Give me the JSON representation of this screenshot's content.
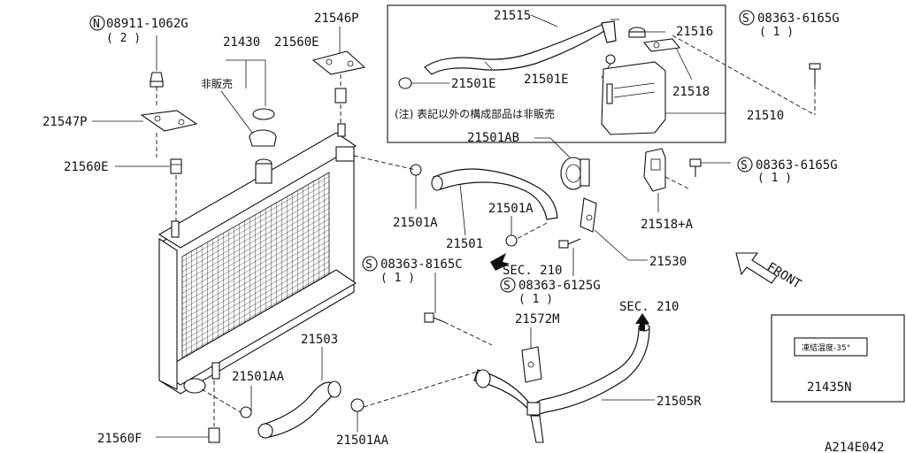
{
  "parts": {
    "p_08911": "08911-1062G",
    "p_08911_qty": "( 2 )",
    "p_21430": "21430",
    "p_21560e_top": "21560E",
    "p_21546p": "21546P",
    "p_not_sold": "非販売",
    "p_21547p": "21547P",
    "p_21560e_left": "21560E",
    "p_21515": "21515",
    "p_21516": "21516",
    "p_21501e_a": "21501E",
    "p_21501e_b": "21501E",
    "p_21518": "21518",
    "p_21510": "21510",
    "box_note": "(注) 表記以外の構成部品は非販売",
    "p_08363_6165g_top": "08363-6165G",
    "p_08363_6165g_top_qty": "( 1 )",
    "p_21501ab": "21501AB",
    "p_08363_6165g_mid": "08363-6165G",
    "p_08363_6165g_mid_qty": "( 1 )",
    "p_21518a": "21518+A",
    "p_21501a_left": "21501A",
    "p_21501a_right": "21501A",
    "p_21501": "21501",
    "p_21530": "21530",
    "p_08363_8165c": "08363-8165C",
    "p_08363_8165c_qty": "( 1 )",
    "sec210_a": "SEC. 210",
    "p_08363_6125g": "08363-6125G",
    "p_08363_6125g_qty": "( 1 )",
    "front": "FRONT",
    "sec210_b": "SEC. 210",
    "p_21572m": "21572M",
    "p_21503": "21503",
    "p_21501aa_top": "21501AA",
    "p_21501aa_bot": "21501AA",
    "p_21505r": "21505R",
    "p_21560f": "21560F",
    "label_text": "凍結温度-35°",
    "p_21435n": "21435N",
    "figure_code": "A214E042",
    "circle_n": "N",
    "circle_s": "S"
  }
}
